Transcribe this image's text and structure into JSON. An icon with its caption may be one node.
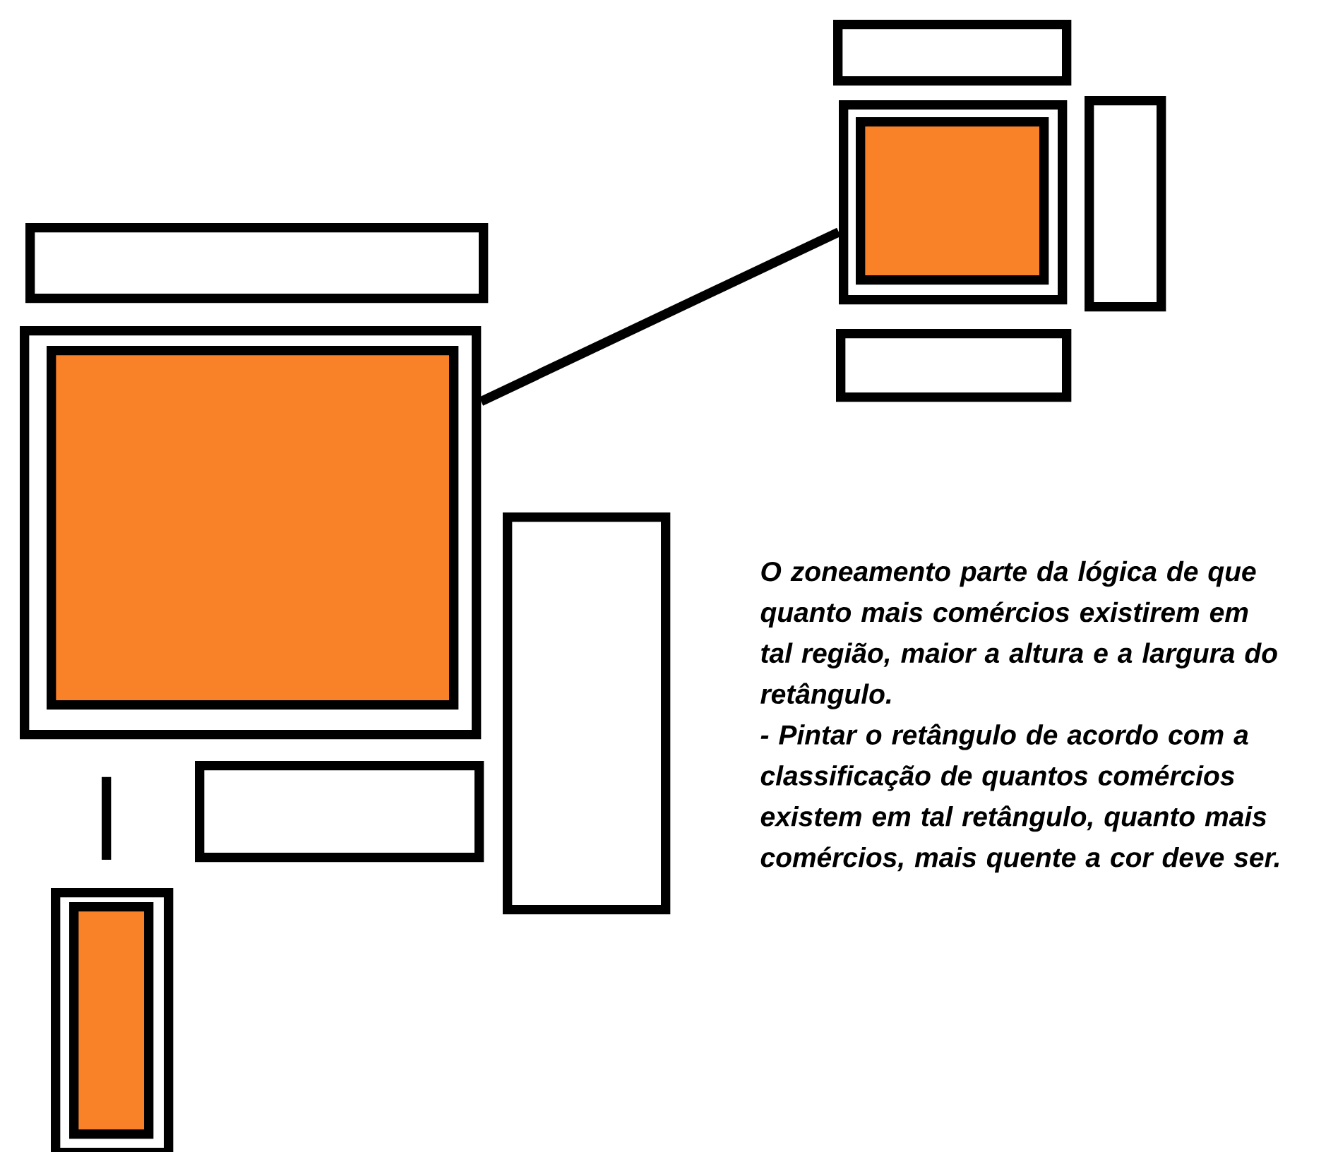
{
  "diagram": {
    "nodes": [
      {
        "text": [],
        "shape": "box"
      },
      {
        "text": [],
        "shape": "box"
      },
      {
        "text": [],
        "shape": "box",
        "in": 1
      },
      {
        "text": [],
        "shape": "box"
      },
      {
        "text": [],
        "shape": "box"
      },
      {
        "text": [],
        "shape": "box"
      },
      {
        "text": [],
        "shape": "box"
      },
      {
        "text": [],
        "shape": "box",
        "in": 6
      },
      {
        "text": [],
        "shape": "box"
      },
      {
        "text": [],
        "shape": "box"
      },
      {
        "text": [],
        "shape": "box"
      },
      {
        "text": [],
        "shape": "box",
        "in": 10
      }
    ],
    "edges": [
      {
        "from": 6,
        "to": 1,
        "arrow": "none"
      },
      {
        "from": 6,
        "to": 10,
        "arrow": "none"
      }
    ],
    "labels": [
      "O zoneamento parte da lógica de que quanto mais comércios existirem em tal região, maior a altura e a largura do retângulo.",
      "- Pintar o retângulo de acordo com a classificação de quantos comércios existem em tal retângulo, quanto mais comércios, mais quente a cor deve ser."
    ]
  }
}
